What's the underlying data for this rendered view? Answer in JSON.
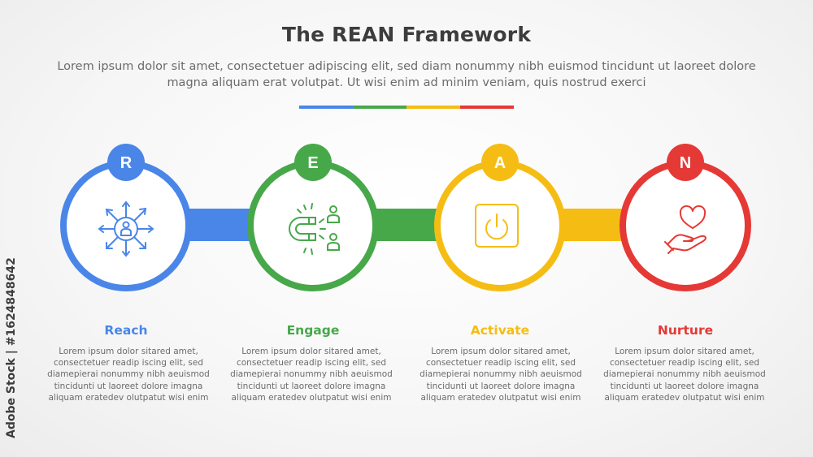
{
  "header": {
    "title": "The REAN Framework",
    "subtitle": "Lorem ipsum dolor sit amet, consectetuer adipiscing elit, sed diam nonummy nibh euismod tincidunt ut laoreet dolore magna aliquam erat volutpat. Ut wisi enim ad minim veniam, quis nostrud exerci"
  },
  "colors": {
    "reach": "#4a86e8",
    "engage": "#47a84a",
    "activate": "#f5bd14",
    "nurture": "#e53935"
  },
  "stages": [
    {
      "letter": "R",
      "label": "Reach",
      "icon": "people-network-icon",
      "description": "Lorem ipsum dolor sitared amet, consectetuer readip iscing elit, sed diamepierai nonummy nibh aeuismod tincidunti ut laoreet dolore imagna aliquam eratedev olutpatut wisi enim"
    },
    {
      "letter": "E",
      "label": "Engage",
      "icon": "magnet-people-icon",
      "description": "Lorem ipsum dolor sitared amet, consectetuer readip iscing elit, sed diamepierai nonummy nibh aeuismod tincidunti ut laoreet dolore imagna aliquam eratedev olutpatut wisi enim"
    },
    {
      "letter": "A",
      "label": "Activate",
      "icon": "power-button-icon",
      "description": "Lorem ipsum dolor sitared amet, consectetuer readip iscing elit, sed diamepierai nonummy nibh aeuismod tincidunti ut laoreet dolore imagna aliquam eratedev olutpatut wisi enim"
    },
    {
      "letter": "N",
      "label": "Nurture",
      "icon": "heart-hand-icon",
      "description": "Lorem ipsum dolor sitared amet, consectetuer readip iscing elit, sed diamepierai nonummy nibh aeuismod tincidunti ut laoreet dolore imagna aliquam eratedev olutpatut wisi enim"
    }
  ],
  "watermark": "Adobe Stock | #1624848642"
}
